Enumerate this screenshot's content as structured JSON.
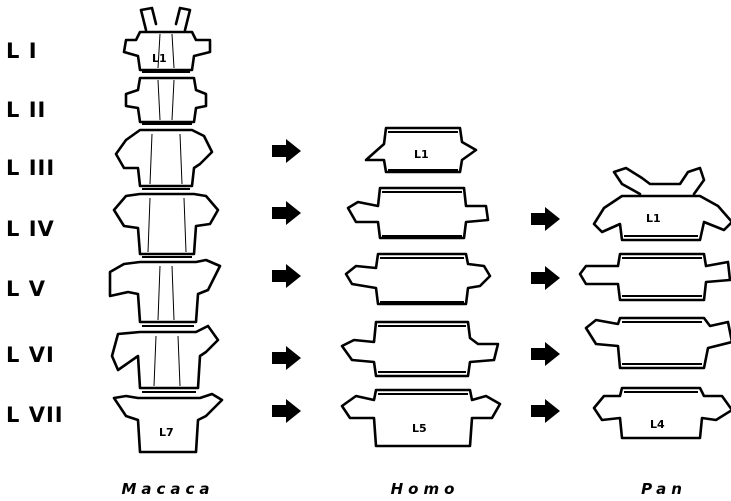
{
  "levels": [
    "L  I",
    "L  II",
    "L  III",
    "L  IV",
    "L  V",
    "L  VI",
    "L  VII"
  ],
  "macaca": {
    "caption": "Macaca",
    "first_label": "L1",
    "last_label": "L7"
  },
  "homo": {
    "caption": "Homo",
    "first_label": "L1",
    "last_label": "L5"
  },
  "pan": {
    "caption": "Pan",
    "first_label": "L1",
    "last_label": "L4"
  }
}
